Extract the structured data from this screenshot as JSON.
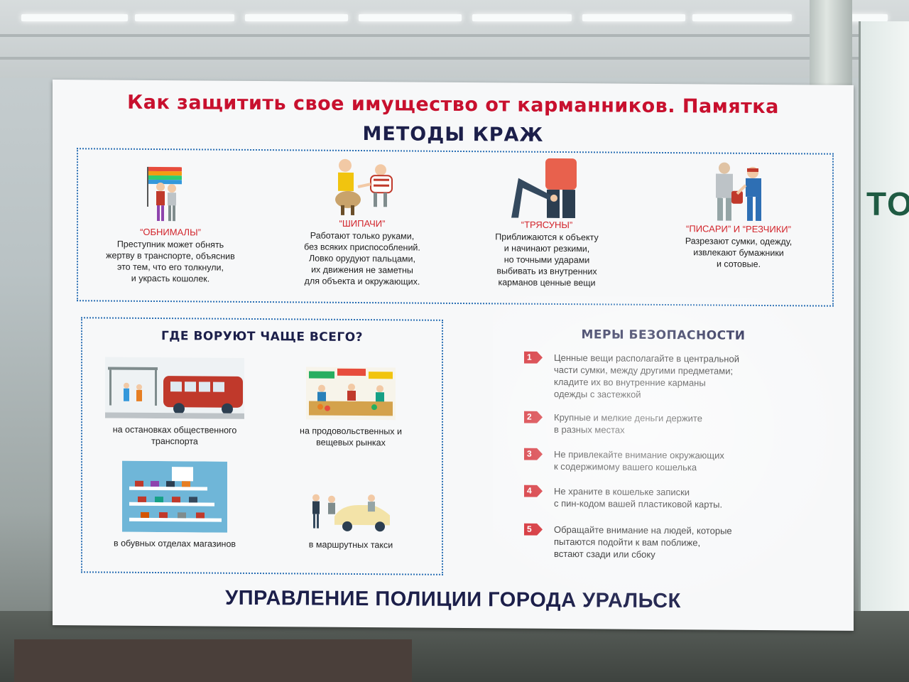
{
  "poster": {
    "title": "Как защитить свое имущество от карманников. Памятка",
    "methods_title": "МЕТОДЫ КРАЖ",
    "methods": [
      {
        "name": "“ОБНИМАЛЫ”",
        "desc": "Преступник может обнять\nжертву в транспорте, объяснив\nэто тем, что его толкнули,\nи украсть кошолек.",
        "icon": "hugging-couple-icon"
      },
      {
        "name": "“ШИПАЧИ”",
        "desc": "Работают только руками,\nбез всяких приспособлений.\nЛовко орудуют пальцами,\nих движения не заметны\nдля объекта и окружающих.",
        "icon": "pickpocket-fingers-icon"
      },
      {
        "name": "“ТРЯСУНЫ”",
        "desc": "Приближаются к объекту\nи начинают резкими,\nно точными ударами\nвыбивать из внутренних\nкарманов ценные вещи",
        "icon": "shaking-thief-icon"
      },
      {
        "name": "“ПИСАРИ” И “РЕЗЧИКИ”",
        "desc": "Разрезают сумки, одежду,\nизвлекают бумажники\nи сотовые.",
        "icon": "bag-cutter-icon"
      }
    ],
    "where_title": "ГДЕ ВОРУЮТ ЧАЩЕ ВСЕГО?",
    "places": [
      {
        "caption": "на остановках общественного\nтранспорта",
        "icon": "bus-stop-icon"
      },
      {
        "caption": "на продовольственных и\nвещевых рынках",
        "icon": "market-stall-icon"
      },
      {
        "caption": "в обувных отделах магазинов",
        "icon": "shoe-shelves-icon"
      },
      {
        "caption": "в маршрутных такси",
        "icon": "taxi-icon"
      }
    ],
    "safety_title": "МЕРЫ БЕЗОПАСНОСТИ",
    "tips": [
      {
        "num": "1",
        "text": "Ценные вещи располагайте в центральной\nчасти сумки, между другими предметами;\nкладите их во внутренние карманы\nодежды с застежкой"
      },
      {
        "num": "2",
        "text": "Крупные и мелкие деньги держите\nв разных местах"
      },
      {
        "num": "3",
        "text": "Не привлекайте внимание окружающих\nк содержимому вашего кошелька"
      },
      {
        "num": "4",
        "text": "Не храните в кошельке записки\nс пин-кодом вашей пластиковой карты."
      },
      {
        "num": "5",
        "text": "Обращайте внимание на людей, которые\nпытаются подойти к вам поближе,\nвстают сзади или сбоку"
      }
    ],
    "footer": "УПРАВЛЕНИЕ ПОЛИЦИИ ГОРОДА УРАЛЬСК"
  },
  "background": {
    "door_sign": "ТО"
  },
  "colors": {
    "title_red": "#c8102e",
    "navy": "#1c1f4a",
    "dotted_border": "#2a6fb4",
    "badge_red": "#d2232a"
  }
}
